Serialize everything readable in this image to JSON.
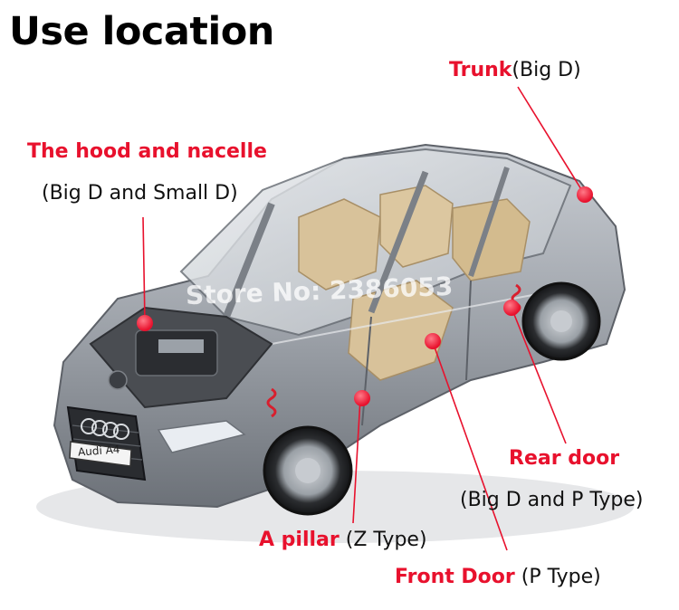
{
  "title": "Use location",
  "watermark": "Store No: 2386053",
  "plate": "Audi A4",
  "labels": {
    "trunk": {
      "name": "Trunk",
      "detail": "(Big D)"
    },
    "hood": {
      "name": "The hood and nacelle",
      "detail": "(Big D and Small D)"
    },
    "rear_door": {
      "name": "Rear door",
      "detail": "(Big D and P Type)"
    },
    "a_pillar": {
      "name": "A pillar",
      "detail": "(Z Type)"
    },
    "front_door": {
      "name": "Front Door",
      "detail": "(P Type)"
    }
  },
  "colors": {
    "accent": "#e8112d",
    "car_body": "#9aa0a8",
    "interior": "#d8c29a"
  }
}
